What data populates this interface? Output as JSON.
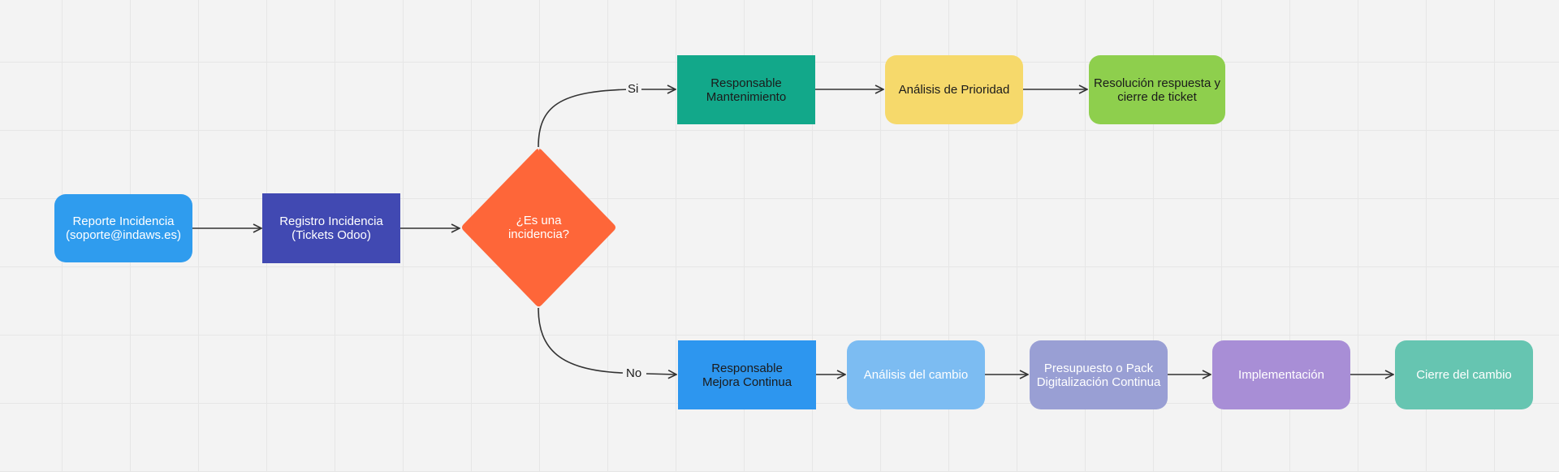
{
  "diagram": {
    "nodes": {
      "reporte": {
        "label": "Reporte Incidencia\n(soporte@indaws.es)",
        "color": "#2f9cee"
      },
      "registro": {
        "label": "Registro Incidencia\n(Tickets Odoo)",
        "color": "#4149b2"
      },
      "decision": {
        "label": "¿Es una\nincidencia?",
        "color": "#fe6639"
      },
      "resp_mantenimiento": {
        "label": "Responsable\nMantenimiento",
        "color": "#12a88a"
      },
      "analisis_prioridad": {
        "label": "Análisis de Prioridad",
        "color": "#f6d96b"
      },
      "resolucion": {
        "label": "Resolución respuesta y\ncierre de ticket",
        "color": "#8ecf4d"
      },
      "resp_mejora": {
        "label": "Responsable\nMejora Continua",
        "color": "#2d96ef"
      },
      "analisis_cambio": {
        "label": "Análisis del cambio",
        "color": "#7cbcf2"
      },
      "presupuesto": {
        "label": "Presupuesto o Pack\nDigitalización Continua",
        "color": "#999fd4"
      },
      "implementacion": {
        "label": "Implementación",
        "color": "#a88ed6"
      },
      "cierre_cambio": {
        "label": "Cierre del cambio",
        "color": "#66c5b1"
      }
    },
    "edge_labels": {
      "yes": "Si",
      "no": "No"
    },
    "connector_color": "#333333"
  }
}
